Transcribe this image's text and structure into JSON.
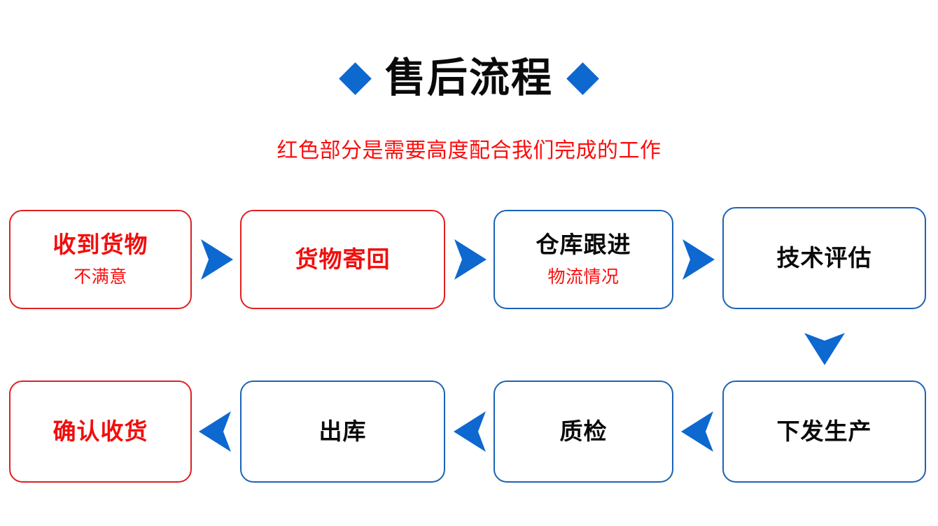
{
  "page": {
    "background": "#ffffff",
    "accent_blue": "#0d68d0",
    "box_blue": "#1c63b5",
    "box_red": "#e02020",
    "text_red": "#f20d0d",
    "text_black": "#0a0a0a"
  },
  "header": {
    "title": "售后流程",
    "left_diamond": "diamond-bullet",
    "right_diamond": "diamond-bullet",
    "subtitle": "红色部分是需要高度配合我们完成的工作"
  },
  "flow": {
    "row1": [
      {
        "id": "step-1",
        "title": "收到货物",
        "subtitle": "不满意",
        "border": "red",
        "title_color": "red"
      },
      {
        "id": "step-2",
        "title": "货物寄回",
        "subtitle": "",
        "border": "red",
        "title_color": "red"
      },
      {
        "id": "step-3",
        "title": "仓库跟进",
        "subtitle": "物流情况",
        "border": "blue",
        "title_color": "black"
      },
      {
        "id": "step-4",
        "title": "技术评估",
        "subtitle": "",
        "border": "blue",
        "title_color": "black"
      }
    ],
    "row2": [
      {
        "id": "step-8",
        "title": "确认收货",
        "subtitle": "",
        "border": "red",
        "title_color": "red"
      },
      {
        "id": "step-7",
        "title": "出库",
        "subtitle": "",
        "border": "blue",
        "title_color": "black"
      },
      {
        "id": "step-6",
        "title": "质检",
        "subtitle": "",
        "border": "blue",
        "title_color": "black"
      },
      {
        "id": "step-5",
        "title": "下发生产",
        "subtitle": "",
        "border": "blue",
        "title_color": "black"
      }
    ],
    "arrows": [
      {
        "id": "arrow-1-2",
        "direction": "right"
      },
      {
        "id": "arrow-2-3",
        "direction": "right"
      },
      {
        "id": "arrow-3-4",
        "direction": "right"
      },
      {
        "id": "arrow-4-5",
        "direction": "down"
      },
      {
        "id": "arrow-5-6",
        "direction": "left"
      },
      {
        "id": "arrow-6-7",
        "direction": "left"
      },
      {
        "id": "arrow-7-8",
        "direction": "left"
      }
    ]
  }
}
